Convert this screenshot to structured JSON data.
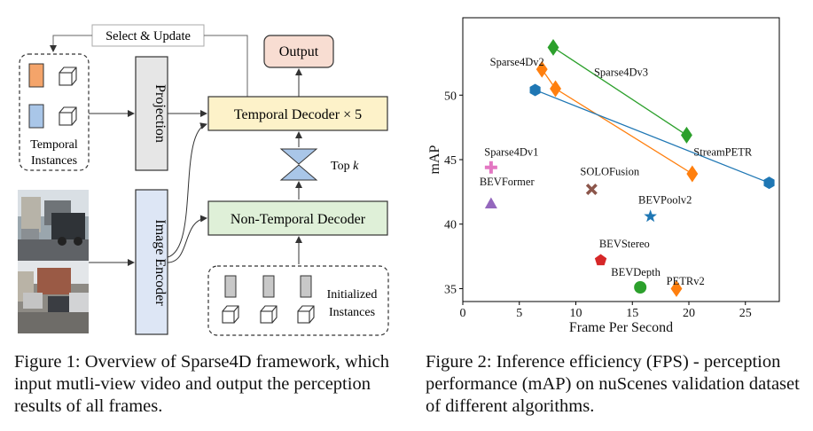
{
  "figure1": {
    "select_update": "Select & Update",
    "output": "Output",
    "projection": "Projection",
    "temporal_decoder": "Temporal Decoder × 5",
    "top_k_prefix": "Top ",
    "top_k_var": "k",
    "temporal_instances_line1": "Temporal",
    "temporal_instances_line2": "Instances",
    "image_encoder": "Image Encoder",
    "non_temporal_decoder": "Non-Temporal Decoder",
    "initialized_line1": "Initialized",
    "initialized_line2": "Instances",
    "colors": {
      "output_box": "#f8ddd2",
      "temporal_decoder_box": "#fdf2c9",
      "non_temporal_box": "#dff0d8",
      "projection_box": "#e6e6e6",
      "image_encoder_box": "#dde6f5",
      "orange_instance": "#f4a46a",
      "blue_instance": "#a9c6e8",
      "gray_instance": "#c8c8c8"
    }
  },
  "caption1": "Figure 1: Overview of Sparse4D framework, which input mutli-view video and output the perception results of all frames.",
  "caption2": "Figure 2: Inference efficiency (FPS) - perception performance (mAP) on nuScenes validation dataset of different algorithms.",
  "chart_data": {
    "type": "scatter",
    "xlabel": "Frame Per Second",
    "ylabel": "mAP",
    "xlim": [
      0,
      28
    ],
    "ylim": [
      34,
      56
    ],
    "xticks": [
      0,
      5,
      10,
      15,
      20,
      25
    ],
    "yticks": [
      35,
      40,
      45,
      50
    ],
    "grid": false,
    "points": [
      {
        "name": "Sparse4Dv1",
        "x": 2.5,
        "y": 44.4,
        "marker": "plus",
        "color": "#e377c2"
      },
      {
        "name": "BEVFormer",
        "x": 2.5,
        "y": 41.6,
        "marker": "triangle",
        "color": "#9467bd"
      },
      {
        "name": "SOLOFusion",
        "x": 11.4,
        "y": 42.7,
        "marker": "x",
        "color": "#8c564b"
      },
      {
        "name": "BEVPoolv2",
        "x": 16.6,
        "y": 40.6,
        "marker": "star",
        "color": "#1f77b4"
      },
      {
        "name": "BEVStereo",
        "x": 12.2,
        "y": 37.2,
        "marker": "pentagon",
        "color": "#d62728"
      },
      {
        "name": "BEVDepth",
        "x": 15.7,
        "y": 35.1,
        "marker": "circle",
        "color": "#2ca02c"
      },
      {
        "name": "PETRv2",
        "x": 18.9,
        "y": 35.0,
        "marker": "diamond",
        "color": "#ff7f0e"
      }
    ],
    "series": [
      {
        "name": "Sparse4Dv3",
        "color": "#2ca02c",
        "marker": "diamond",
        "x": [
          8.0,
          19.8
        ],
        "y": [
          53.7,
          46.9
        ]
      },
      {
        "name": "Sparse4Dv2",
        "color": "#ff7f0e",
        "marker": "diamond",
        "x": [
          7.0,
          8.2,
          20.3
        ],
        "y": [
          52.0,
          50.5,
          43.9
        ]
      },
      {
        "name": "StreamPETR",
        "color": "#1f77b4",
        "marker": "hexagon",
        "x": [
          6.4,
          27.1
        ],
        "y": [
          50.4,
          43.2
        ]
      }
    ],
    "labels": [
      {
        "text": "Sparse4Dv2",
        "x": 4.8,
        "y": 52.3
      },
      {
        "text": "Sparse4Dv3",
        "x": 14.0,
        "y": 51.5
      },
      {
        "text": "StreamPETR",
        "x": 23.0,
        "y": 45.3
      },
      {
        "text": "Sparse4Dv1",
        "x": 4.3,
        "y": 45.3
      },
      {
        "text": "BEVFormer",
        "x": 3.9,
        "y": 43.0
      },
      {
        "text": "SOLOFusion",
        "x": 13.0,
        "y": 43.8
      },
      {
        "text": "BEVPoolv2",
        "x": 17.9,
        "y": 41.6
      },
      {
        "text": "BEVStereo",
        "x": 14.3,
        "y": 38.2
      },
      {
        "text": "BEVDepth",
        "x": 15.3,
        "y": 36.0
      },
      {
        "text": "PETRv2",
        "x": 19.7,
        "y": 35.3
      }
    ]
  }
}
